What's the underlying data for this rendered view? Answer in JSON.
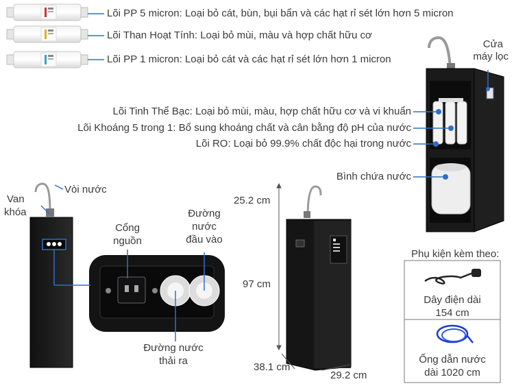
{
  "filters": [
    {
      "label": "Lõi PP 5 micron: Loại bỏ cát, bùn, bụi bẩn và các hạt rỉ sét lớn hơn 5 micron"
    },
    {
      "label": "Lõi Than Hoạt Tính: Loại bỏ mùi, màu và hợp chất hữu cơ"
    },
    {
      "label": "Lõi PP 1 micron: Loại bỏ cát và các hạt rỉ sét lớn hơn 1 micron"
    }
  ],
  "inner_filters": [
    {
      "label": "Lõi Tinh Thể Bạc: Loại bỏ mùi, màu, hợp chất hữu cơ và vi khuẩn"
    },
    {
      "label": "Lõi Khoáng 5 trong 1: Bổ sung khoáng chất và cân bằng độ pH của nước"
    },
    {
      "label": "Lõi RO: Loại bỏ 99.9% chất độc hại trong nước"
    }
  ],
  "door_label_1": "Cửa",
  "door_label_2": "máy lọc",
  "tank_label": "Bình chứa nước",
  "faucet_label": "Vòi nước",
  "valve_label_1": "Van",
  "valve_label_2": "khóa",
  "power_label_1": "Cổng",
  "power_label_2": "nguồn",
  "inlet_label_1": "Đường",
  "inlet_label_2": "nước",
  "inlet_label_3": "đầu vào",
  "outlet_label_1": "Đường nước",
  "outlet_label_2": "thải ra",
  "dimensions": {
    "faucet_height": "25.2 cm",
    "body_height": "97 cm",
    "depth": "38.1 cm",
    "width": "29.2 cm"
  },
  "accessories": {
    "title": "Phụ kiện kèm theo:",
    "cable_1": "Dây điện dài",
    "cable_2": "154 cm",
    "tube_1": "Ống dẫn nước",
    "tube_2": "dài 1020 cm"
  },
  "colors": {
    "cabinet": "#1c1c1c",
    "callout_line": "#2f6fc7",
    "water_dot": "#2f6fc7"
  }
}
